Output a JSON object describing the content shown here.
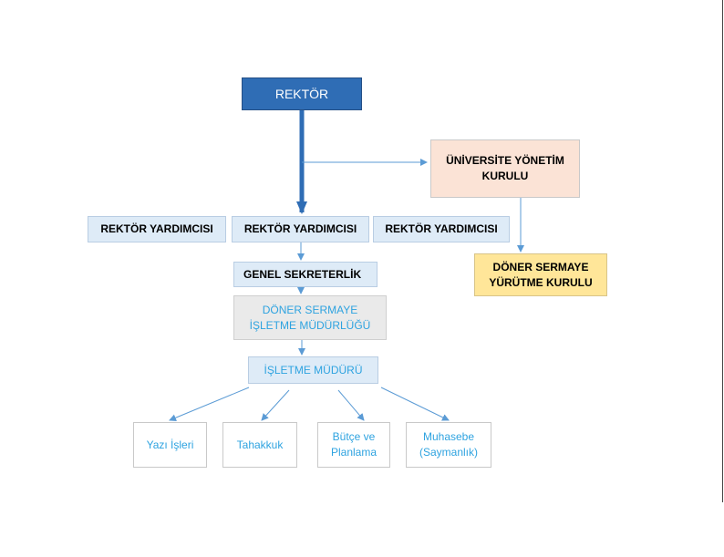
{
  "colors": {
    "rektor_fill": "#2f6db5",
    "connector": "#5b9bd5",
    "yonetim_kurulu_fill": "#fbe3d6",
    "doner_sermaye_yurutme_fill": "#ffe699",
    "light_blue_fill": "#deebf7",
    "gray_fill": "#eaeaea",
    "accent_text": "#2ea3e0"
  },
  "org_chart": {
    "rektor": "REKTÖR",
    "universite_yonetim_kurulu": "ÜNİVERSİTE YÖNETİM\nKURULU",
    "doner_sermaye_yurutme_kurulu": "DÖNER SERMAYE\nYÜRÜTME KURULU",
    "rektor_yardimcilari": [
      "REKTÖR YARDIMCISI",
      "REKTÖR YARDIMCISI",
      "REKTÖR YARDIMCISI"
    ],
    "genel_sekreterlik": "GENEL SEKRETERLİK",
    "doner_sermaye_isletme_mudurlugu": "DÖNER SERMAYE\nİŞLETME MÜDÜRLÜĞÜ",
    "isletme_muduru": "İŞLETME MÜDÜRÜ",
    "units": [
      "Yazı İşleri",
      "Tahakkuk",
      "Bütçe ve\nPlanlama",
      "Muhasebe\n(Saymanlık)"
    ]
  }
}
